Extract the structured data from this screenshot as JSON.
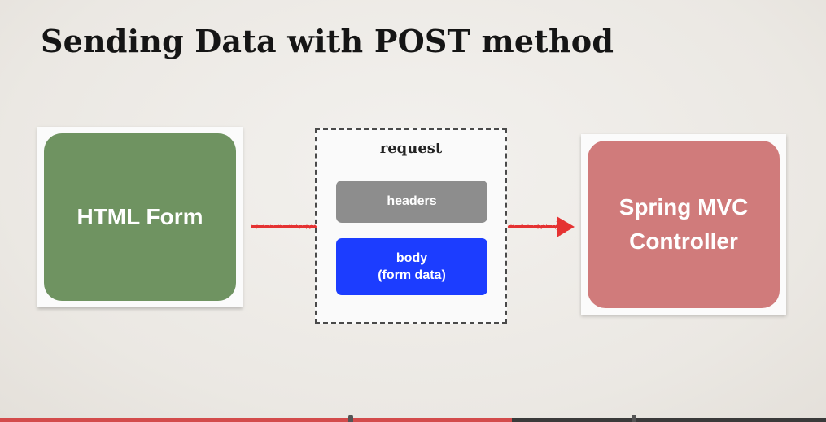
{
  "slide": {
    "title": "Sending Data with POST method"
  },
  "diagram": {
    "html_form_label": "HTML Form",
    "request": {
      "title": "request",
      "headers_label": "headers",
      "body_label_line1": "body",
      "body_label_line2": "(form data)"
    },
    "controller_label_line1": "Spring MVC",
    "controller_label_line2": "Controller"
  },
  "colors": {
    "form_green": "#6f9361",
    "controller_red": "#d07b7b",
    "headers_gray": "#8d8d8d",
    "body_blue": "#1c3dff",
    "arrow_red": "#e53232"
  },
  "player": {
    "progress_fraction": 0.62
  }
}
